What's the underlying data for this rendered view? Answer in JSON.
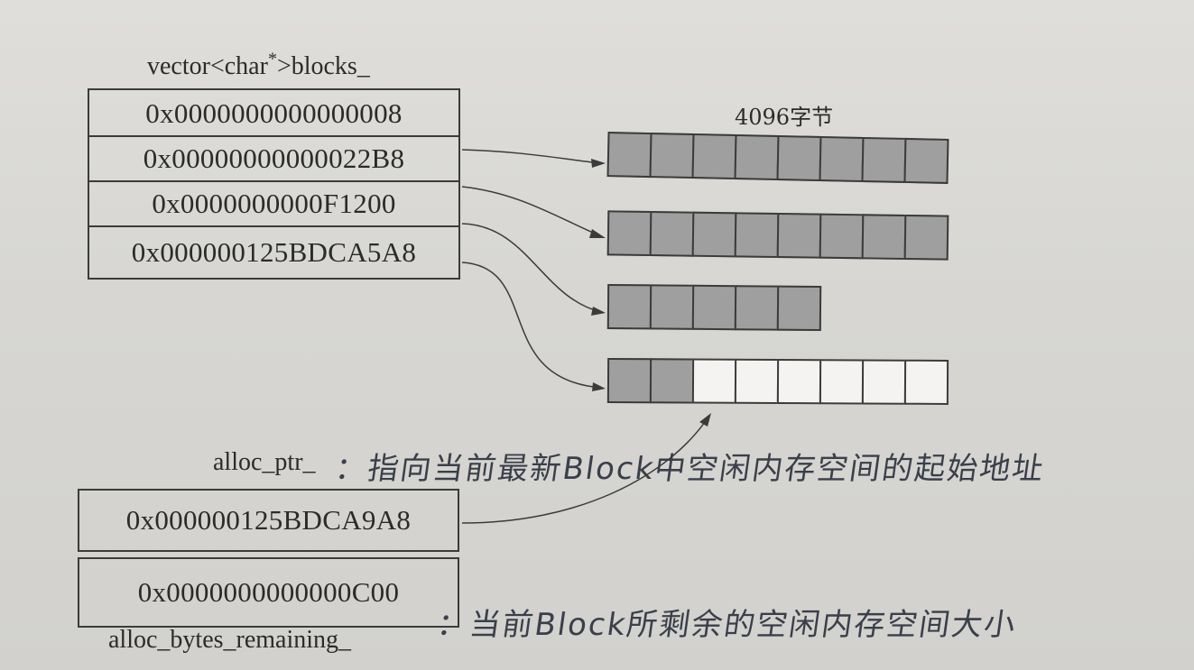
{
  "title": "vector<char*>blocks_",
  "title_base": "vector<char",
  "title_star": "*",
  "title_tail": ">blocks_",
  "block_size_label": "4096字节",
  "blocks": [
    {
      "address": "0x0000000000000008",
      "total_cells": 8,
      "used_cells": 8
    },
    {
      "address": "0x00000000000022B8",
      "total_cells": 8,
      "used_cells": 8
    },
    {
      "address": "0x0000000000F1200",
      "total_cells": 5,
      "used_cells": 5
    },
    {
      "address": "0x000000125BDCA5A8",
      "total_cells": 8,
      "used_cells": 2
    }
  ],
  "alloc_ptr": {
    "label": "alloc_ptr_",
    "value": "0x000000125BDCA9A8",
    "note": "：指向当前最新Block中空闲内存空间的起始地址"
  },
  "alloc_bytes_remaining": {
    "label": "alloc_bytes_remaining_",
    "value": "0x0000000000000C00",
    "note": "：当前Block所剩余的空闲内存空间大小"
  },
  "colors": {
    "used_cell": "#9f9f9f",
    "free_cell": "#f4f3f1",
    "ink": "#3b3b3b",
    "handwriting": "#3a3f4a"
  }
}
